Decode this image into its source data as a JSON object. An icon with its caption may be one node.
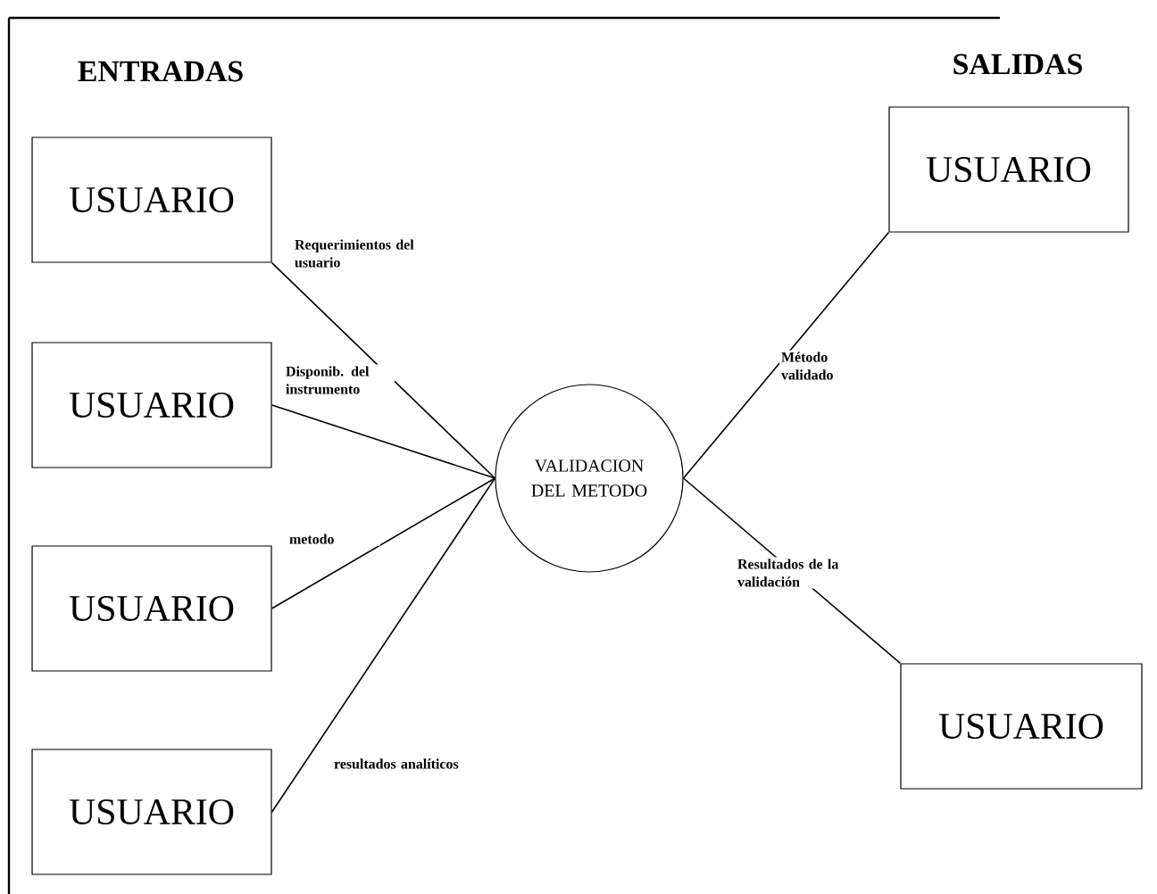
{
  "diagram": {
    "nodes": [
      {
        "text": [
          "USUARIO"
        ]
      },
      {
        "text": [
          "USUARIO"
        ]
      },
      {
        "text": [
          "USUARIO"
        ]
      },
      {
        "text": [
          "USUARIO"
        ]
      },
      {
        "text": [
          "VALIDACION DEL METODO"
        ]
      },
      {
        "text": [
          "USUARIO"
        ]
      },
      {
        "text": [
          "USUARIO"
        ]
      }
    ],
    "edges": [
      {
        "from": 0,
        "to": 4,
        "arrow": "none",
        "label": "Requerimientos del usuario"
      },
      {
        "from": 1,
        "to": 4,
        "arrow": "none",
        "label": "Disponib. del instrumento"
      },
      {
        "from": 2,
        "to": 4,
        "arrow": "none",
        "label": "metodo"
      },
      {
        "from": 3,
        "to": 4,
        "arrow": "none",
        "label": "resultados analíticos"
      },
      {
        "from": 4,
        "to": 5,
        "arrow": "none",
        "label": "Método validado"
      },
      {
        "from": 4,
        "to": 6,
        "arrow": "none",
        "label": "Resultados de la validación"
      }
    ],
    "labels": [
      "ENTRADAS",
      "SALIDAS"
    ]
  }
}
